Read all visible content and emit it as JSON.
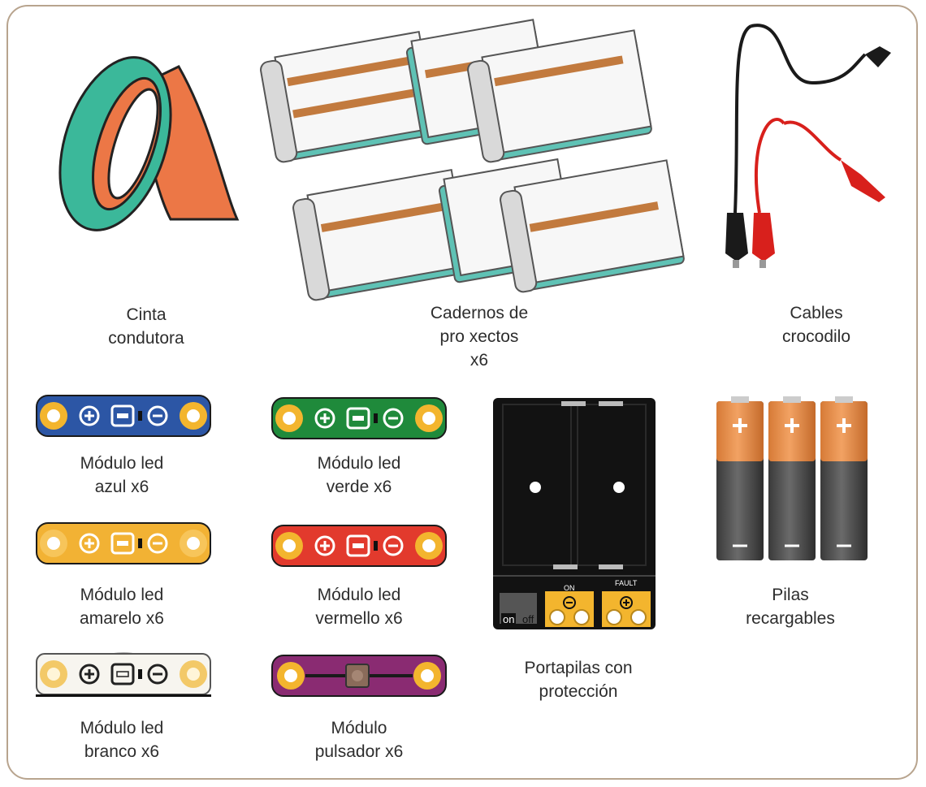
{
  "items": {
    "tape": {
      "line1": "Cinta",
      "line2": "condutora"
    },
    "books": {
      "line1": "Cadernos de",
      "line2": "pro xectos",
      "line3": "x6"
    },
    "cables": {
      "line1": "Cables",
      "line2": "crocodilo"
    },
    "led_blue": {
      "line1": "Módulo led",
      "line2": "azul x6"
    },
    "led_green": {
      "line1": "Módulo led",
      "line2": "verde x6"
    },
    "led_yellow": {
      "line1": "Módulo led",
      "line2": "amarelo x6"
    },
    "led_red": {
      "line1": "Módulo led",
      "line2": "vermello x6"
    },
    "led_white": {
      "line1": "Módulo led",
      "line2": "branco x6"
    },
    "button": {
      "line1": "Módulo",
      "line2": "pulsador x6"
    },
    "holder": {
      "line1": "Portapilas con",
      "line2": "protección",
      "on_label": "ON",
      "fault_label": "FAULT",
      "switch_on": "on",
      "switch_off": "off"
    },
    "batteries": {
      "line1": "Pilas",
      "line2": "recargables"
    }
  },
  "colors": {
    "frame": "#b8a48e",
    "blue": "#2c56a5",
    "green": "#1f8a3b",
    "yellow": "#f2b234",
    "red": "#e23a2d",
    "purple": "#8a2b72",
    "tape_green": "#3bb89a",
    "tape_orange": "#ec7746",
    "gold": "#f3b52e"
  }
}
